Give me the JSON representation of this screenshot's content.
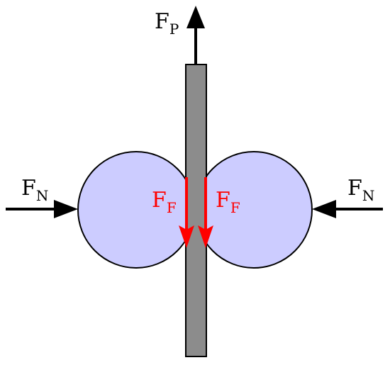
{
  "colors": {
    "background": "#ffffff",
    "rod_fill": "#8c8c8c",
    "ball_fill": "#ccccff",
    "outline": "#000000",
    "friction": "#ff0000"
  },
  "labels": {
    "pull_force": {
      "main": "F",
      "sub": "P"
    },
    "normal_force_left": {
      "main": "F",
      "sub": "N"
    },
    "normal_force_right": {
      "main": "F",
      "sub": "N"
    },
    "friction_force_left": {
      "main": "F",
      "sub": "F"
    },
    "friction_force_right": {
      "main": "F",
      "sub": "F"
    }
  }
}
